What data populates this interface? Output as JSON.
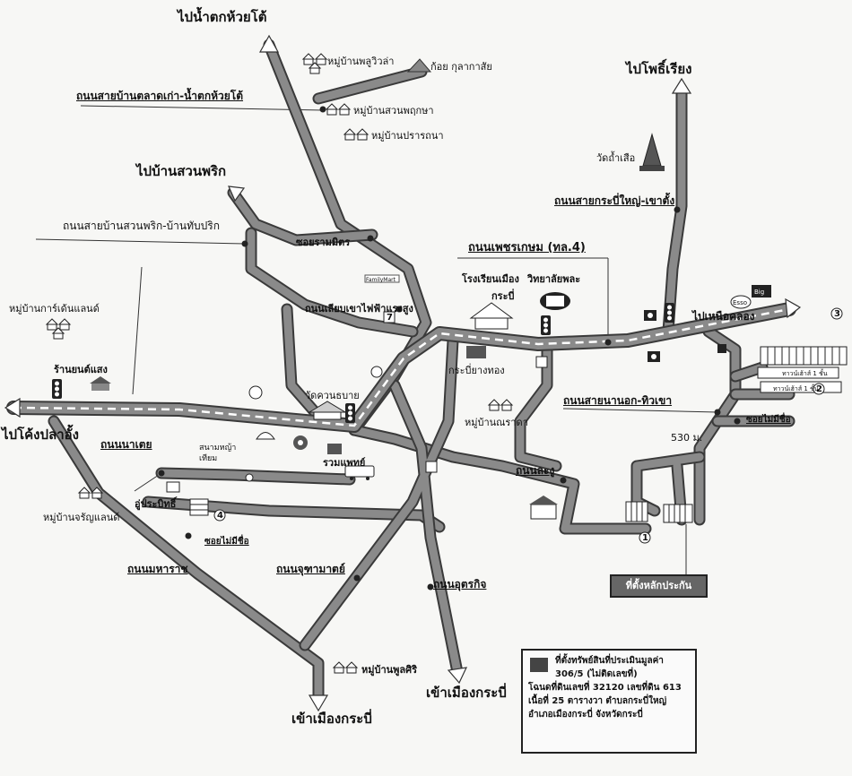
{
  "labels": {
    "to_waterfall": "ไปน้ำตกห้วยโต้",
    "village_phoo_vila": "หมู่บ้านพลูวิวล่า",
    "cave_kula": "ก้อย กุลากาสัย",
    "road_klaokao": "ถนนสายบ้านตลาดเก่า-น้ำตกห้วยโต้",
    "village_suan_phruk": "หมู่บ้านสวนพฤกษา",
    "village_prathana": "หมู่บ้านปรารถนา",
    "to_suan_phrik": "ไปบ้านสวนพริก",
    "soi_ram_mit": "ซอยรามมิตร",
    "road_suan_phrik": "ถนนสายบ้านสวนพริก-บ้านทับปริก",
    "family_mart": "FamilyMart",
    "road_bypass": "ถนนเลียบเขาไฟฟ้าแรงสูง",
    "village_garden": "หมู่บ้านการ์เด้นแลนด์",
    "shop_yont": "ร้านยนต์แสง",
    "wat_khuan": "วัดควนธบาย",
    "to_khlong": "ไปโค้งปลาอั้ง",
    "road_na_tiay": "ถนนนาเตย",
    "stadium": "สนามหญ้าเทียม",
    "au_prabit": "อู่ประบิทธิ์",
    "village_charoen": "หมู่บ้านจรัญแลนด์",
    "soi_no_name_1": "ซอยไม่มีชื่อ",
    "road_maharaj": "ถนนมหาราช",
    "road_jutama": "ถนนจุฑามาตย์",
    "road_uttarakit": "ถนนอุตรกิจ",
    "village_pul_siri": "หมู่บ้านพูลศิริ",
    "to_krabi_1": "เข้าเมืองกระบี่",
    "to_krabi_2": "เข้าเมืองกระบี่",
    "ruam_phaet": "รวมแพทย์",
    "school": "โรงเรียนเมือง",
    "school_2": "กระบี่",
    "college": "วิทยาลัยพละ",
    "kabiyang": "กระบี่ยางทอง",
    "village_narada": "หมู่บ้านณราดา",
    "road_phetkasem": "ถนนเพชรเกษม (ทล.4)",
    "to_phrasirieng": "ไปโพธิ์เรียง",
    "wat_tham_suea": "วัดถ้ำเสือ",
    "road_krabi_yai": "ถนนสายกระบี่ใหญ่-เขาตั้ง",
    "to_nuea_khlong": "ไปเหนือคลอง",
    "road_nanok": "ถนนสายนานอก-ทิวเขา",
    "soi_no_name_2": "ซอยไม่มีชื่อ",
    "road_lanu": "ถนนละงู",
    "dist": "530 ม.",
    "townhouse_1": "ทาวน์เฮ้าส์ 1 ชั้น",
    "townhouse_2": "ทาวน์เฮ้าส์ 1 ชั้น",
    "location_box": "ที่ตั้งหลักประกัน",
    "esso": "Esso",
    "big_c": "Big",
    "n1": "1",
    "n2": "2",
    "n3": "3",
    "n4": "4",
    "seven": "7"
  },
  "legend": {
    "line1": "ที่ตั้งทรัพย์สินที่ประเมินมูลค่า",
    "line2": "306/5 (ไม่ติดเลขที่)",
    "line3": "โฉนดที่ดินเลขที่ 32120 เลขที่ดิน 613",
    "line4": "เนื้อที่ 25 ตารางวา ตำบลกระบี่ใหญ่",
    "line5": "อำเภอเมืองกระบี่ จังหวัดกระบี่"
  }
}
